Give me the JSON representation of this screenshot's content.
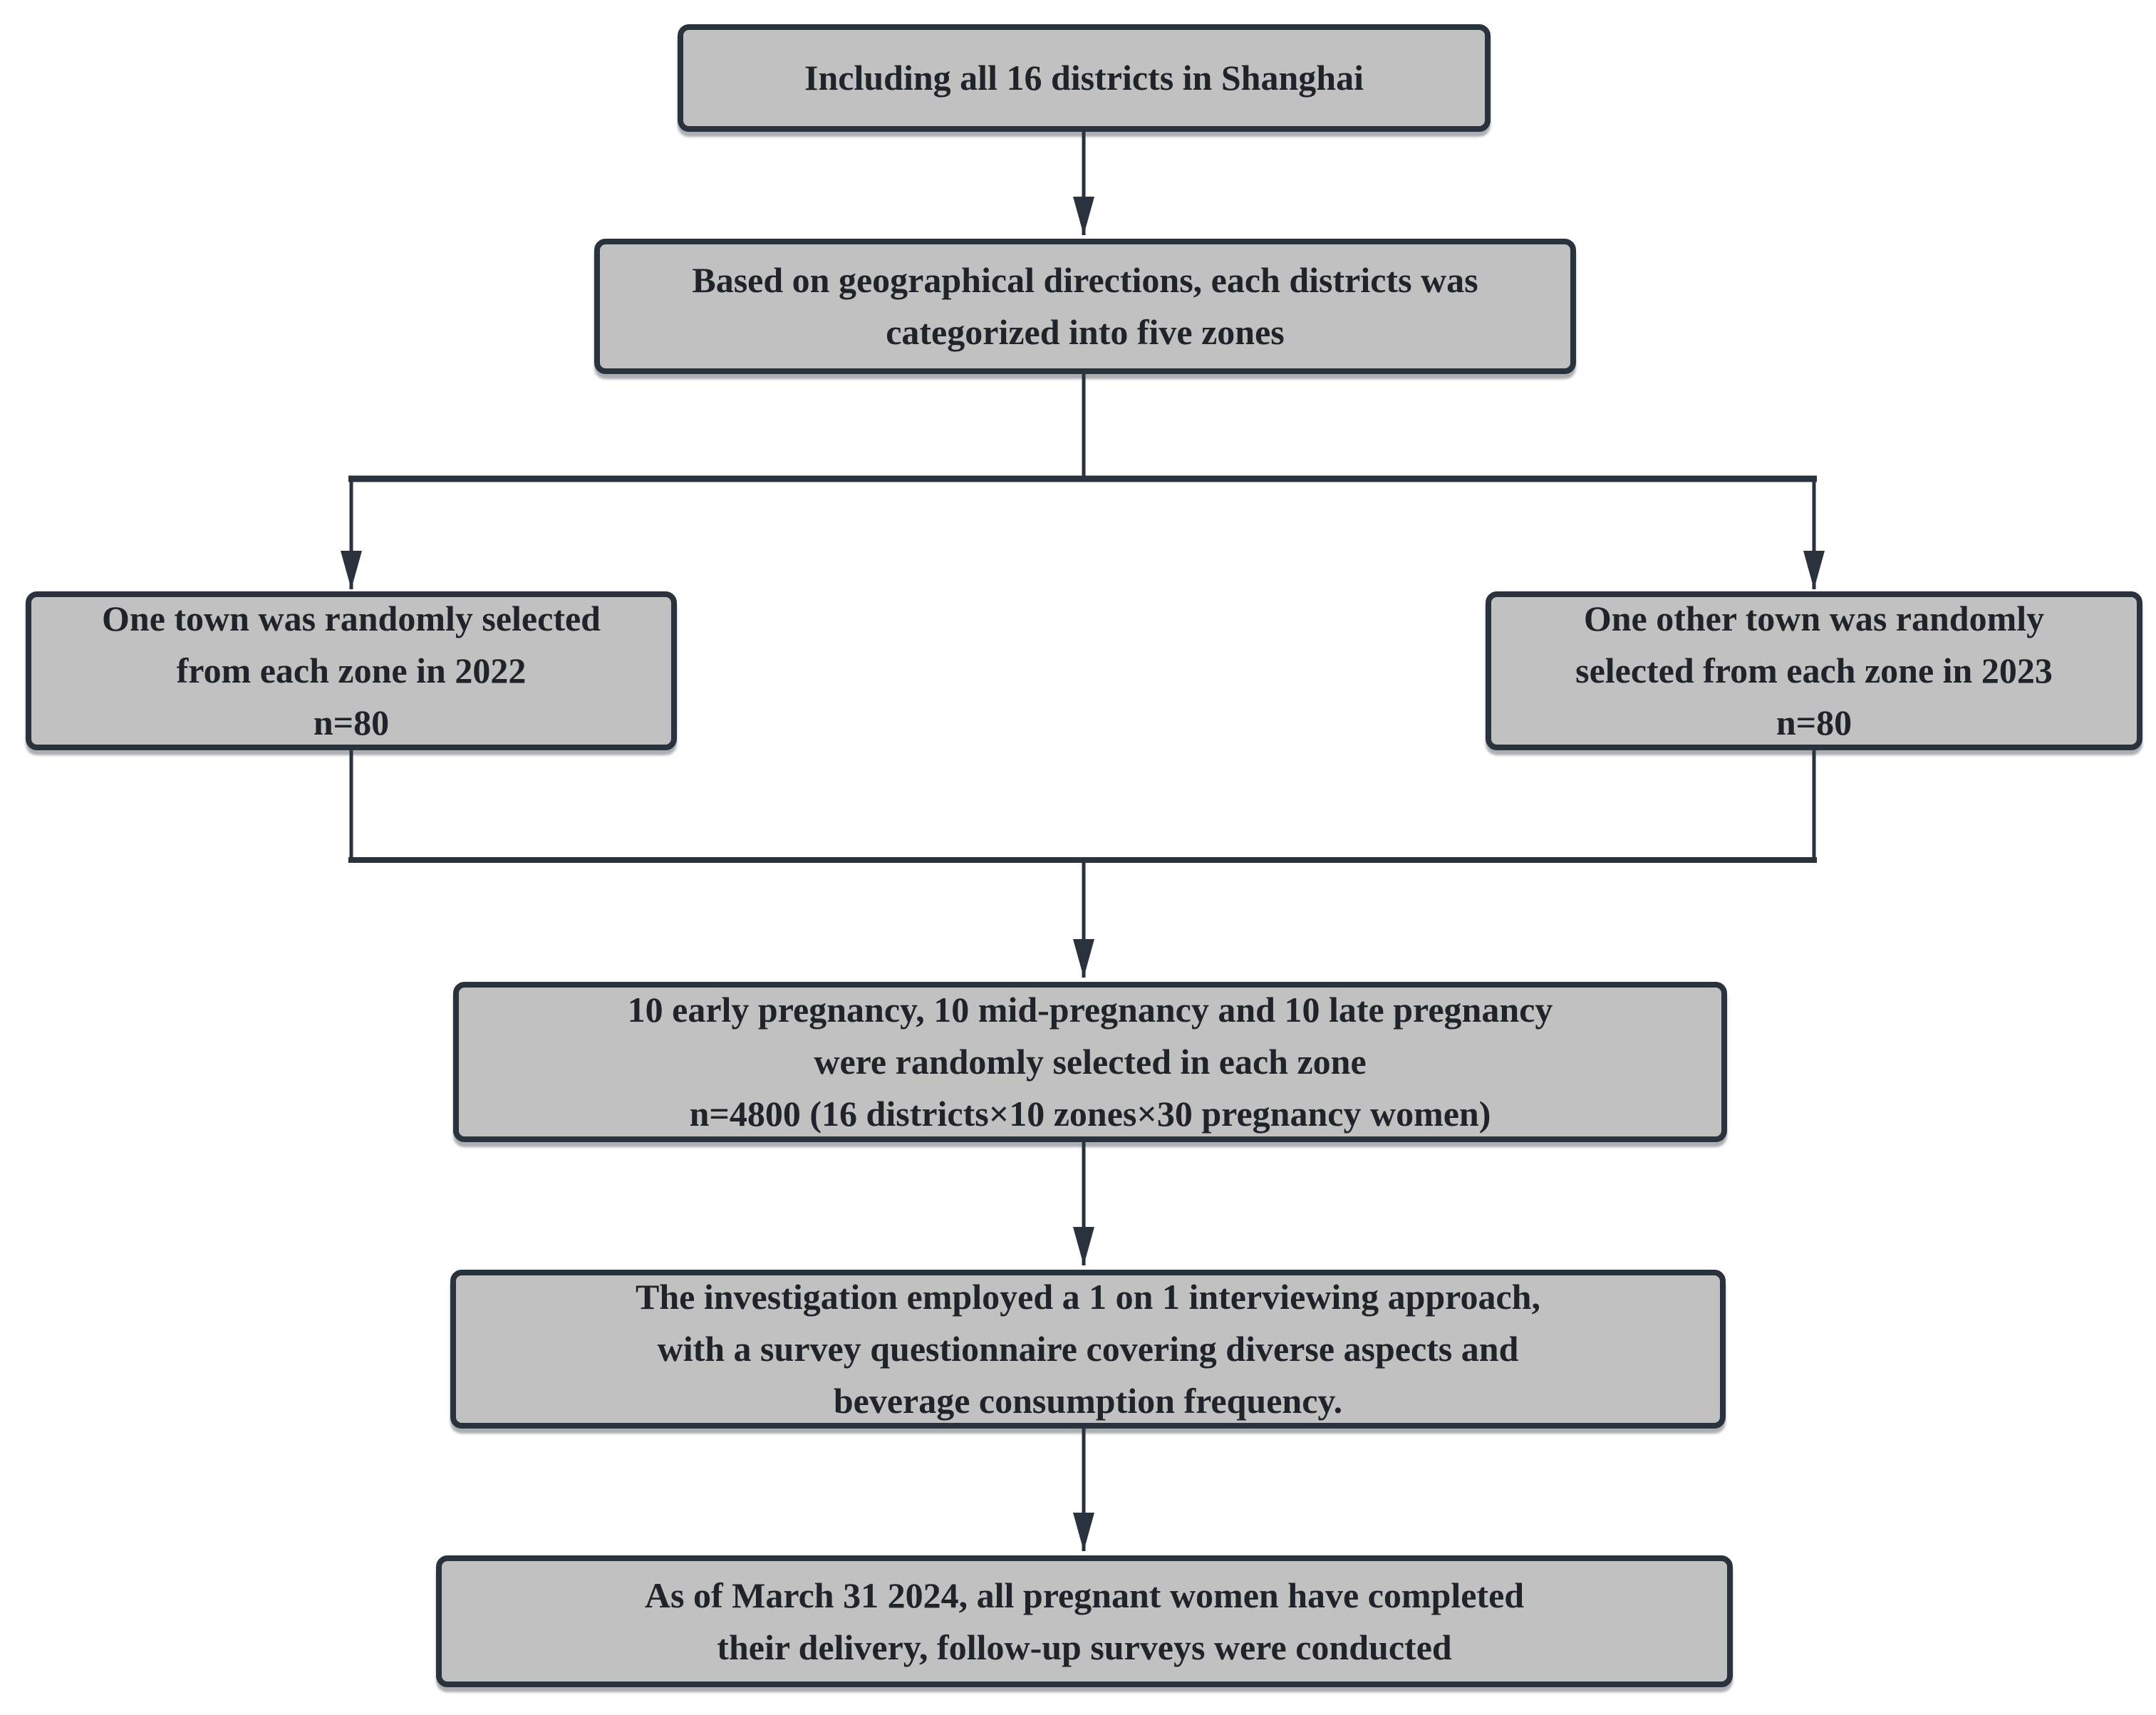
{
  "figure": {
    "type": "flowchart",
    "background_color": "#ffffff",
    "colors": {
      "node_fill": "#c2c1c1",
      "node_border": "#2a323d",
      "connector": "#2a323d",
      "text": "#20242a"
    },
    "nodes": [
      {
        "id": "districts",
        "text": "Including all 16 districts in Shanghai"
      },
      {
        "id": "zones",
        "text": "Based on geographical directions, each districts was\ncategorized into five zones"
      },
      {
        "id": "town-2022",
        "text": "One town was randomly selected\nfrom each zone in 2022\nn=80"
      },
      {
        "id": "town-2023",
        "text": "One other town was randomly\nselected from each zone in 2023\nn=80"
      },
      {
        "id": "sampling",
        "text": "10 early pregnancy, 10 mid-pregnancy and 10 late pregnancy\nwere randomly selected in each zone\nn=4800 (16 districts×10 zones×30 pregnancy women)"
      },
      {
        "id": "interview",
        "text": "The investigation employed a 1 on 1 interviewing approach,\nwith a survey questionnaire covering diverse aspects and\nbeverage consumption frequency."
      },
      {
        "id": "follow-up",
        "text": "As of March 31 2024, all pregnant women have completed\ntheir delivery, follow-up surveys were conducted"
      }
    ]
  }
}
